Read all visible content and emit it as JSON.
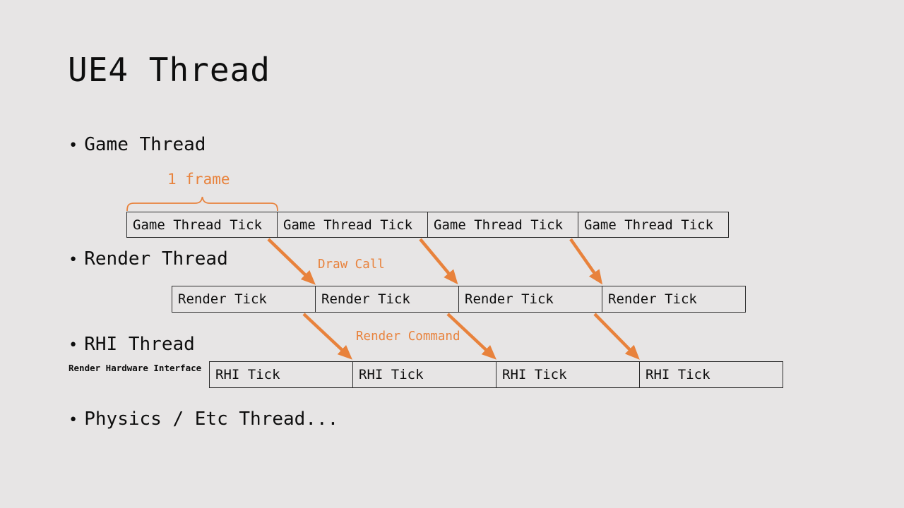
{
  "slide": {
    "title": "UE4 Thread",
    "bullet_char": "•",
    "bullets": [
      {
        "label": "Game Thread"
      },
      {
        "label": "Render Thread"
      },
      {
        "label": "RHI Thread",
        "subtitle": "Render Hardware Interface"
      },
      {
        "label": "Physics / Etc Thread..."
      }
    ]
  },
  "diagram": {
    "frame_label": "1 frame",
    "arrow_labels": {
      "game_to_render": "Draw Call",
      "render_to_rhi": "Render Command"
    },
    "rows": {
      "game": {
        "cells": [
          "Game Thread Tick",
          "Game Thread Tick",
          "Game Thread Tick",
          "Game Thread Tick"
        ]
      },
      "render": {
        "cells": [
          "Render Tick",
          "Render Tick",
          "Render Tick",
          "Render Tick"
        ]
      },
      "rhi": {
        "cells": [
          "RHI Tick",
          "RHI Tick",
          "RHI Tick",
          "RHI Tick"
        ]
      }
    }
  },
  "colors": {
    "background": "#E7E5E5",
    "text": "#0E0E0E",
    "accent": "#E8823C",
    "box_border": "#2B2B2B"
  }
}
